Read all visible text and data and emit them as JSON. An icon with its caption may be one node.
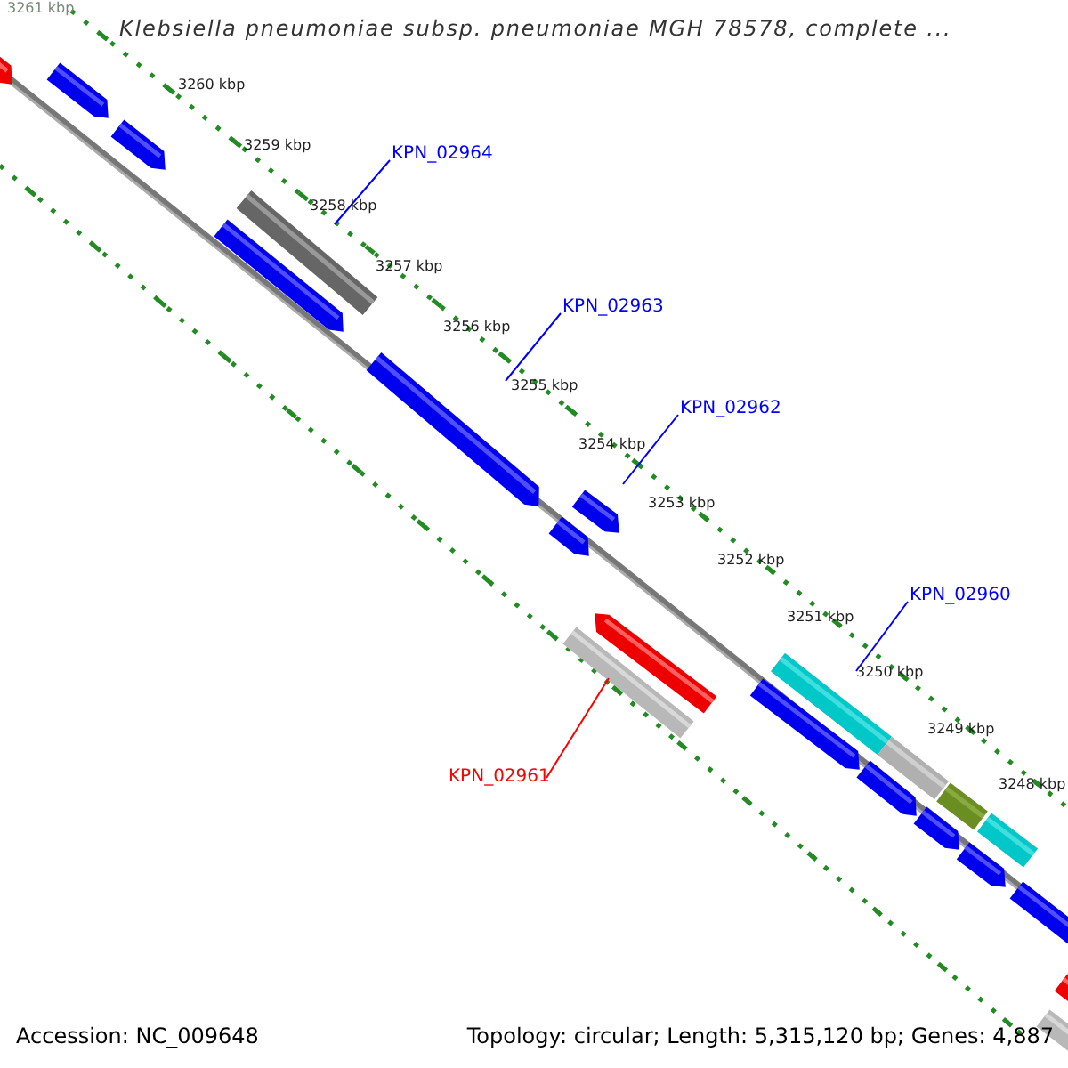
{
  "diagram": {
    "title": "Klebsiella pneumoniae subsp. pneumoniae MGH 78578, complete ...",
    "nodes": [
      {
        "text": [
          "KPN_02964"
        ]
      },
      {
        "text": [
          "KPN_02963"
        ]
      },
      {
        "text": [
          "KPN_02962"
        ]
      },
      {
        "text": [
          "KPN_02960"
        ]
      },
      {
        "text": [
          "KPN_02961"
        ]
      },
      {
        "text": [],
        "shape": "bar"
      },
      {
        "text": [],
        "shape": "bar"
      },
      {
        "text": [],
        "shape": "bar"
      },
      {
        "text": [],
        "shape": "bar"
      },
      {
        "text": [],
        "shape": "bar"
      },
      {
        "text": [],
        "shape": "bar"
      },
      {
        "text": [],
        "shape": "bar"
      },
      {
        "text": [],
        "shape": "bar"
      },
      {
        "text": [],
        "shape": "bar"
      },
      {
        "text": [],
        "shape": "bar"
      },
      {
        "text": [],
        "shape": "bar"
      },
      {
        "text": [],
        "shape": "bar"
      },
      {
        "text": [],
        "shape": "bar"
      },
      {
        "text": [],
        "shape": "bar"
      },
      {
        "text": [],
        "shape": "bar"
      },
      {
        "text": [],
        "shape": "bar"
      },
      {
        "text": [],
        "shape": "bar"
      },
      {
        "text": [],
        "shape": "bar"
      },
      {
        "text": [],
        "shape": "bar"
      },
      {
        "text": [],
        "shape": "bar"
      },
      {
        "text": [],
        "shape": "bar"
      }
    ],
    "edges": [
      {
        "from": 0,
        "to": 9,
        "arrow": "none"
      },
      {
        "from": 1,
        "to": 10,
        "arrow": "none"
      },
      {
        "from": 2,
        "to": 13,
        "arrow": "none"
      },
      {
        "from": 3,
        "to": 16,
        "arrow": "none"
      },
      {
        "from": 4,
        "to": 12,
        "arrow": "none",
        "color": "#ff0000"
      }
    ],
    "labels": [
      "3261 kbp",
      "3260 kbp",
      "3259 kbp",
      "3258 kbp",
      "3257 kbp",
      "3256 kbp",
      "3255 kbp",
      "3254 kbp",
      "3253 kbp",
      "3252 kbp",
      "3251 kbp",
      "3250 kbp",
      "3249 kbp",
      "3248 kbp",
      "Accession: NC_009648",
      "Topology: circular; Length: 5,315,120 bp; Genes: 4,887"
    ]
  }
}
